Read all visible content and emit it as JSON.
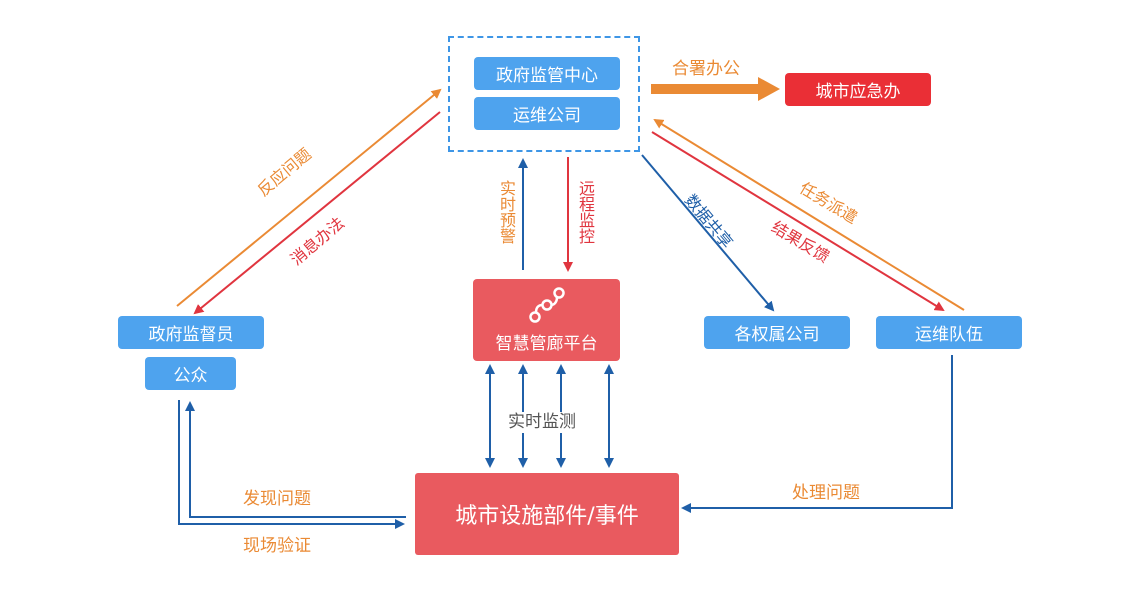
{
  "nodes": {
    "gov_center": "政府监管中心",
    "ops_company": "运维公司",
    "city_emergency": "城市应急办",
    "platform": "智慧管廊平台",
    "gov_supervisor": "政府监督员",
    "public": "公众",
    "affiliates": "各权属公司",
    "ops_team": "运维队伍",
    "facility": "城市设施部件/事件"
  },
  "edges": {
    "joint_office": "合署办公",
    "report_issue": "反应问题",
    "handle_msg": "消息办法",
    "realtime_warning": "实时预警",
    "remote_monitor": "远程监控",
    "data_share": "数据共享",
    "task_dispatch": "任务派遣",
    "result_feedback": "结果反馈",
    "realtime_monitor": "实时监测",
    "find_issue": "发现问题",
    "field_verify": "现场验证",
    "handle_issue": "处理问题"
  },
  "colors": {
    "orange": "#ea8a34",
    "red": "#e0353f",
    "blue": "#1f5fa8",
    "node_blue": "#4ea3ee",
    "node_red": "#e95a5f",
    "node_alert": "#ea2f36"
  },
  "icons": {
    "platform": "pipeline-node-icon"
  }
}
